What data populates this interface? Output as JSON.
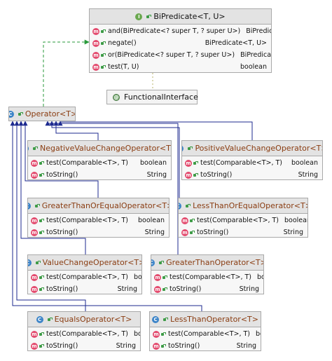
{
  "bipredicate": {
    "title": "BiPredicate<T, U>",
    "icon": "interface-icon",
    "methods": [
      {
        "sig": "and(BiPredicate<? super T, ? super U>)",
        "ret": "BiPredicate<T, U>"
      },
      {
        "sig": "negate()",
        "ret": "BiPredicate<T, U>"
      },
      {
        "sig": "or(BiPredicate<? super T, ? super U>)",
        "ret": "BiPredicate<T, U>"
      },
      {
        "sig": "test(T, U)",
        "ret": "boolean"
      }
    ]
  },
  "functional": {
    "title": "FunctionalInterface",
    "icon": "annotation-icon"
  },
  "operator": {
    "title": "Operator<T>",
    "icon": "abstract-class-icon"
  },
  "negative": {
    "title": "NegativeValueChangeOperator<T>",
    "methods": [
      {
        "sig": "test(Comparable<T>, T)",
        "ret": "boolean"
      },
      {
        "sig": "toString()",
        "ret": "String"
      }
    ]
  },
  "positive": {
    "title": "PositiveValueChangeOperator<T>",
    "methods": [
      {
        "sig": "test(Comparable<T>, T)",
        "ret": "boolean"
      },
      {
        "sig": "toString()",
        "ret": "String"
      }
    ]
  },
  "gte": {
    "title": "GreaterThanOrEqualOperator<T>",
    "methods": [
      {
        "sig": "test(Comparable<T>, T)",
        "ret": "boolean"
      },
      {
        "sig": "toString()",
        "ret": "String"
      }
    ]
  },
  "lte": {
    "title": "LessThanOrEqualOperator<T>",
    "methods": [
      {
        "sig": "test(Comparable<T>, T)",
        "ret": "boolean"
      },
      {
        "sig": "toString()",
        "ret": "String"
      }
    ]
  },
  "vco": {
    "title": "ValueChangeOperator<T>",
    "methods": [
      {
        "sig": "test(Comparable<T>, T)",
        "ret": "boolean"
      },
      {
        "sig": "toString()",
        "ret": "String"
      }
    ]
  },
  "gt": {
    "title": "GreaterThanOperator<T>",
    "methods": [
      {
        "sig": "test(Comparable<T>, T)",
        "ret": "boolean"
      },
      {
        "sig": "toString()",
        "ret": "String"
      }
    ]
  },
  "eq": {
    "title": "EqualsOperator<T>",
    "methods": [
      {
        "sig": "test(Comparable<T>, T)",
        "ret": "boolean"
      },
      {
        "sig": "toString()",
        "ret": "String"
      }
    ]
  },
  "lt": {
    "title": "LessThanOperator<T>",
    "methods": [
      {
        "sig": "test(Comparable<T>, T)",
        "ret": "boolean"
      },
      {
        "sig": "toString()",
        "ret": "String"
      }
    ]
  },
  "colors": {
    "implements_edge": "#2a9a3b",
    "extends_edge": "#1d2a8f",
    "annotation_edge": "#b7b36a",
    "header_bg": "#e3e3e3",
    "class_title": "#8a3d12",
    "method_icon": "#e34b6e",
    "class_icon": "#3c84c8"
  }
}
